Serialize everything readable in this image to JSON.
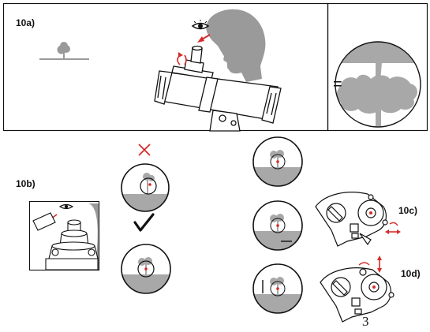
{
  "labels": {
    "a": "10a)",
    "b": "10b)",
    "c": "10c)",
    "d": "10d)"
  },
  "equals_sign": "=",
  "wrong_mark": "X",
  "right_mark": "✔",
  "page_number": "3",
  "colors": {
    "shade": "#a8a8a8",
    "ink": "#111111",
    "accent_red": "#d62b2b",
    "paper": "#ffffff"
  }
}
